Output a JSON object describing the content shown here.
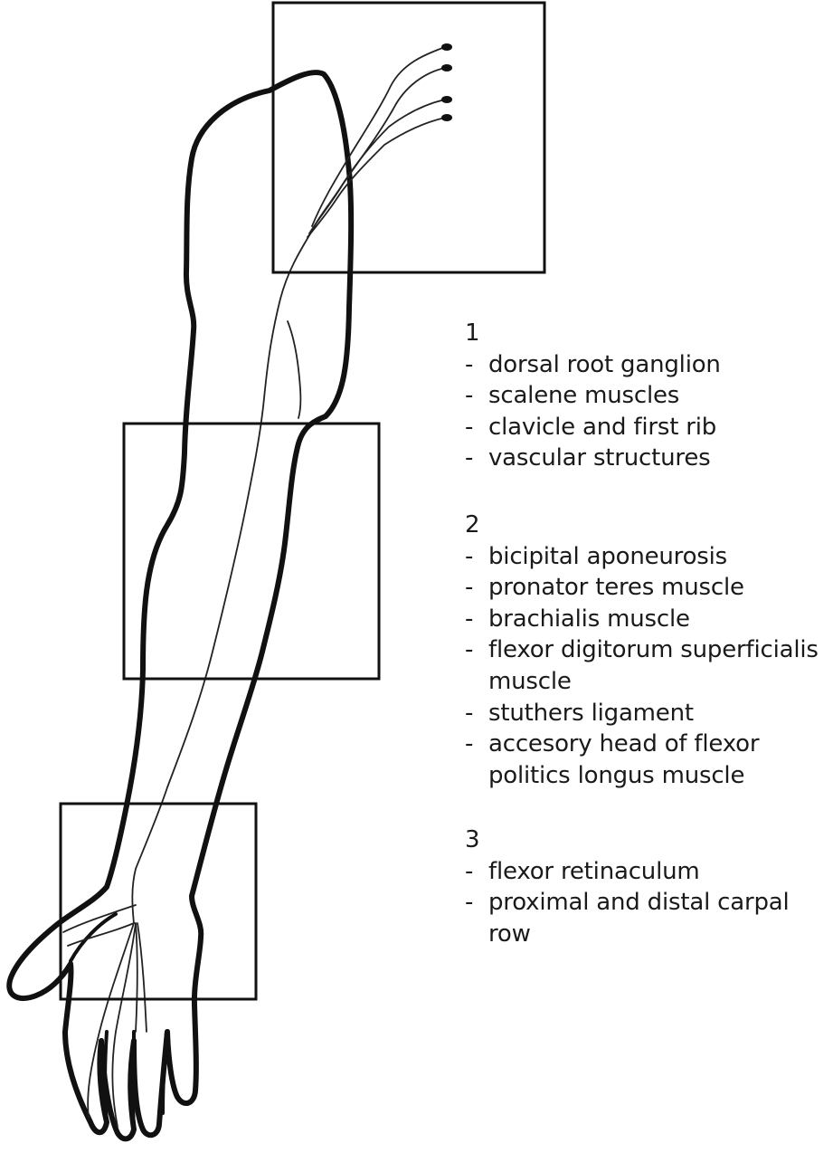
{
  "zones": [
    {
      "number": "1",
      "items": [
        "dorsal root ganglion",
        "scalene muscles",
        "clavicle and first rib",
        "vascular structures"
      ]
    },
    {
      "number": "2",
      "items": [
        "bicipital aponeurosis",
        "pronator teres muscle",
        "brachialis muscle",
        "flexor digitorum superficialis muscle",
        "stuthers ligament",
        "accesory head of flexor politics longus muscle"
      ]
    },
    {
      "number": "3",
      "items": [
        "flexor retinaculum",
        "proximal and distal carpal row"
      ]
    }
  ],
  "dash": "-"
}
